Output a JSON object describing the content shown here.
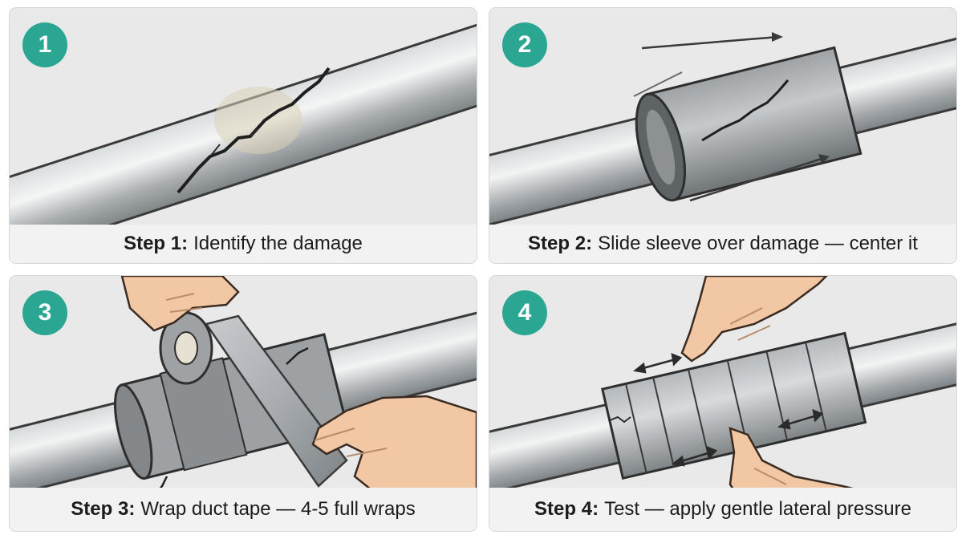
{
  "steps": [
    {
      "number": "1",
      "label": "Step 1:",
      "text": "Identify the damage"
    },
    {
      "number": "2",
      "label": "Step 2:",
      "text": "Slide sleeve over damage — center it"
    },
    {
      "number": "3",
      "label": "Step 3:",
      "text": "Wrap duct tape — 4-5 full wraps"
    },
    {
      "number": "4",
      "label": "Step 4:",
      "text": "Test — apply gentle lateral pressure"
    }
  ],
  "colors": {
    "badge": "#2aa692",
    "pipe": "#b9bdc0",
    "panel_bg": "#e9e9e9",
    "skin": "#f2c7a4"
  }
}
